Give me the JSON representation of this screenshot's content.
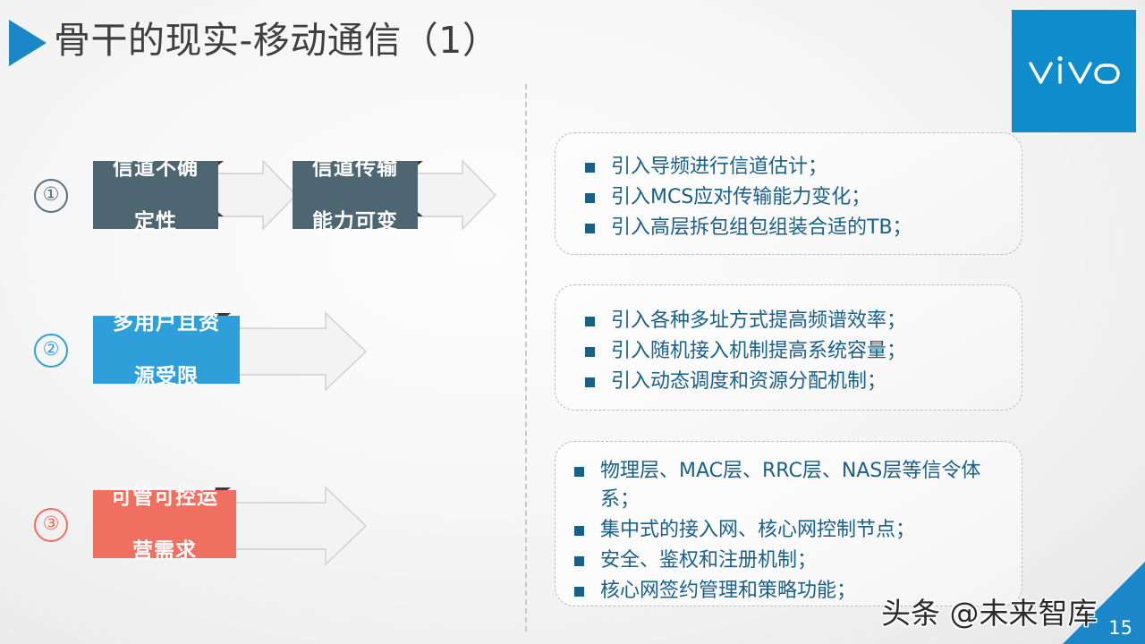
{
  "header": {
    "title": "骨干的现实-移动通信（1）",
    "triangle_color": "#1b87c9",
    "title_color": "#3f3f3f"
  },
  "logo": {
    "brand": "vivo",
    "background_color": "#0e8ccc",
    "text_color": "#ffffff"
  },
  "flow": {
    "rows": [
      {
        "index_label": "①",
        "index_color": "#55707d",
        "boxes": [
          {
            "line1": "信道不确",
            "line2": "定性",
            "color": "#4e6672"
          },
          {
            "line1": "信道传输",
            "line2": "能力可变",
            "color": "#4e6672"
          }
        ]
      },
      {
        "index_label": "②",
        "index_color": "#2f9fd9",
        "boxes": [
          {
            "line1": "多用户且资",
            "line2": "源受限",
            "color": "#2f9fd9"
          }
        ]
      },
      {
        "index_label": "③",
        "index_color": "#ef6f61",
        "boxes": [
          {
            "line1": "可管可控运",
            "line2": "营需求",
            "color": "#ef6f61"
          }
        ]
      }
    ]
  },
  "panels": [
    {
      "bullets": [
        "引入导频进行信道估计；",
        "引入MCS应对传输能力变化；",
        "引入高层拆包组包组装合适的TB；"
      ]
    },
    {
      "bullets": [
        "引入各种多址方式提高频谱效率；",
        "引入随机接入机制提高系统容量；",
        "引入动态调度和资源分配机制；"
      ]
    },
    {
      "bullets": [
        "物理层、MAC层、RRC层、NAS层等信令体系；",
        "集中式的接入网、核心网控制节点；",
        "安全、鉴权和注册机制；",
        "核心网签约管理和策略功能；"
      ]
    }
  ],
  "footer": {
    "watermark": "头条 @未来智库",
    "page_number": "15",
    "corner_color": "#1b87c9"
  },
  "style": {
    "bullet_color": "#1a5f85",
    "bullet_text_color": "#1a6087",
    "panel_border_color": "#bcbcbc",
    "divider_color": "#c9c9c9"
  }
}
